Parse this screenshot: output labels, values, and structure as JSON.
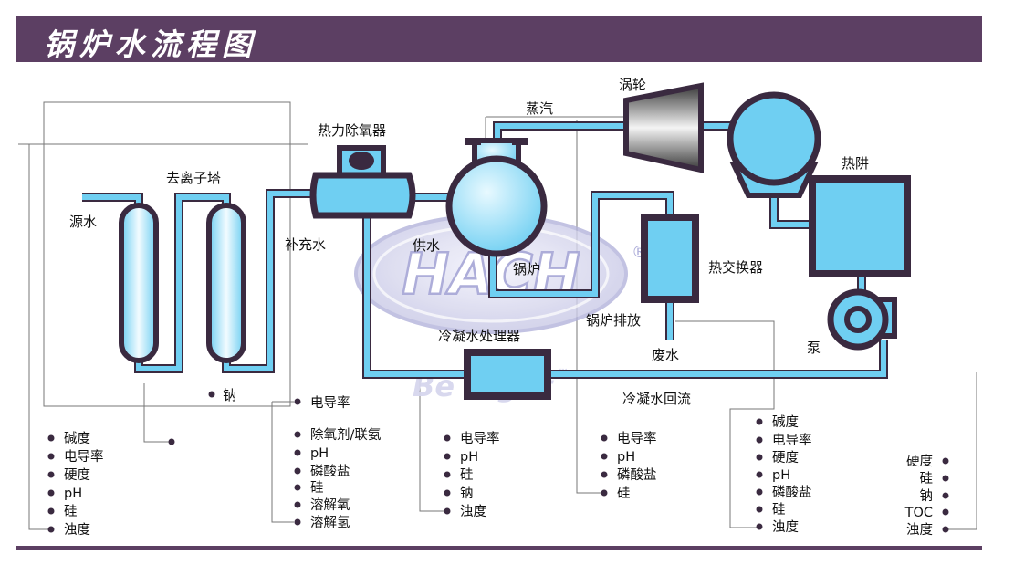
{
  "title": "锅炉水流程图",
  "watermark": {
    "brand": "HACH",
    "registered": "®",
    "slogan": "Be Right",
    "tm": "™"
  },
  "colors": {
    "header": "#5c3f63",
    "water": "#6fcff2",
    "outline": "#3a2a40",
    "watermark": "#a9a9d8"
  },
  "labels": {
    "source_water": "源水",
    "deionizer": "去离子塔",
    "deaerator": "热力除氧器",
    "makeup_water": "补充水",
    "feed_water": "供水",
    "boiler": "锅炉",
    "steam": "蒸汽",
    "turbine": "涡轮",
    "hotwell": "热阱",
    "heat_exchanger": "热交换器",
    "blowdown": "锅炉排放",
    "waste_water": "废水",
    "pump": "泵",
    "condensate_treatment": "冷凝水处理器",
    "condensate_return": "冷凝水回流",
    "sodium": "钠",
    "conductivity": "电导率"
  },
  "params": {
    "source": [
      "碱度",
      "电导率",
      "硬度",
      "pH",
      "硅",
      "浊度"
    ],
    "deaerator": [
      "除氧剂/联氨",
      "pH",
      "磷酸盐",
      "硅",
      "溶解氧",
      "溶解氢"
    ],
    "treatment": [
      "电导率",
      "pH",
      "硅",
      "钠",
      "浊度"
    ],
    "boiler": [
      "电导率",
      "pH",
      "磷酸盐",
      "硅"
    ],
    "hotwell": [
      "碱度",
      "电导率",
      "硬度",
      "pH",
      "磷酸盐",
      "硅",
      "浊度"
    ],
    "steam": [
      "硬度",
      "硅",
      "钠",
      "TOC",
      "浊度"
    ]
  }
}
